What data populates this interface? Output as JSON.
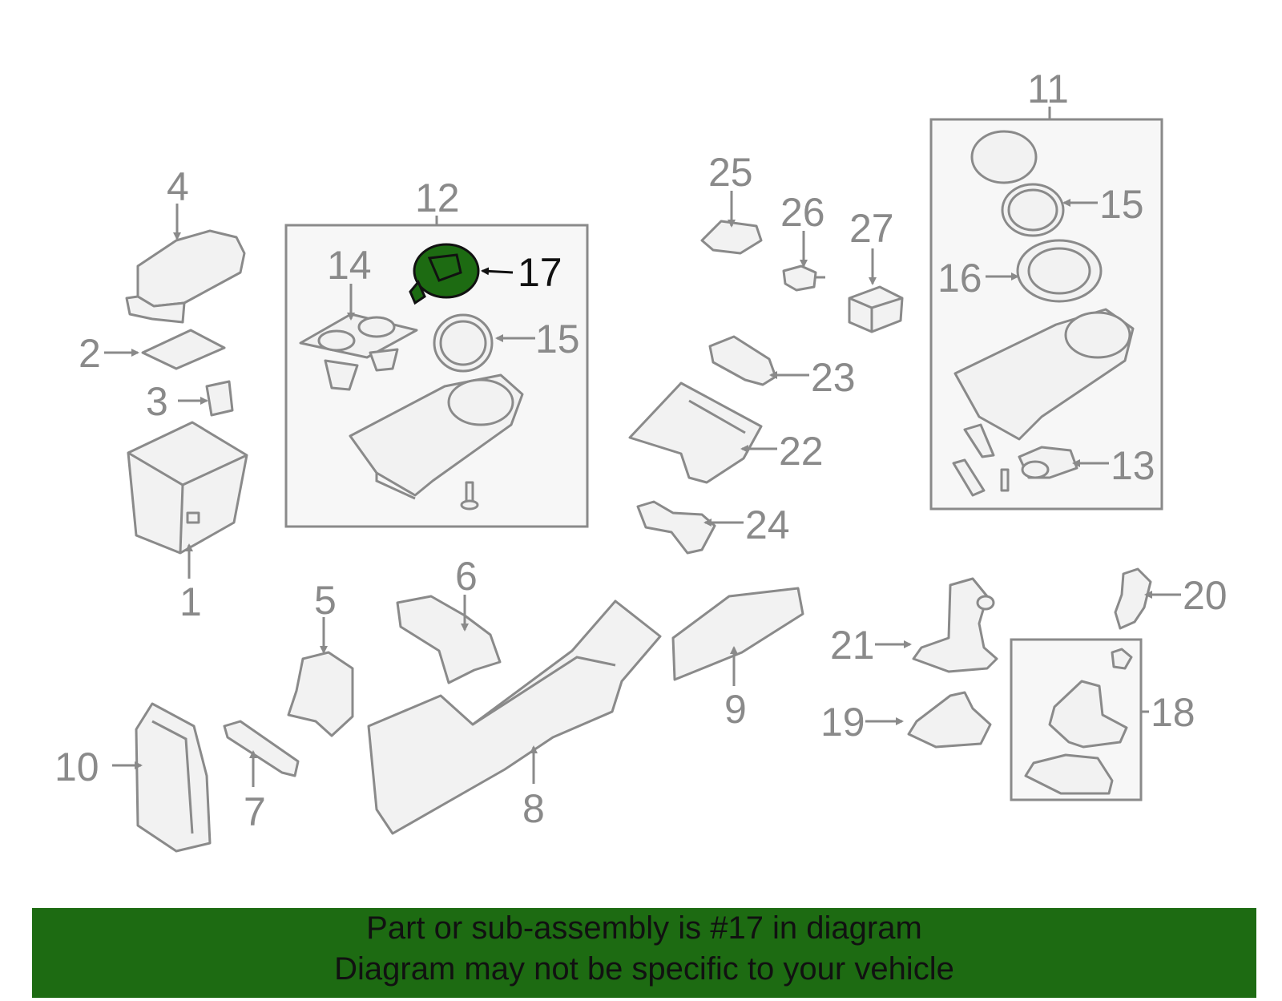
{
  "colors": {
    "accent": "#1d6b12",
    "line": "#8a8a8a",
    "selected_text": "#111111"
  },
  "callouts": {
    "c1": "1",
    "c2": "2",
    "c3": "3",
    "c4": "4",
    "c5": "5",
    "c6": "6",
    "c7": "7",
    "c8": "8",
    "c9": "9",
    "c10": "10",
    "c11": "11",
    "c12": "12",
    "c13": "13",
    "c14": "14",
    "c15a": "15",
    "c15b": "15",
    "c16": "16",
    "c17": "17",
    "c18": "18",
    "c19": "19",
    "c20": "20",
    "c21": "21",
    "c22": "22",
    "c23": "23",
    "c24": "24",
    "c25": "25",
    "c26": "26",
    "c27": "27"
  },
  "highlighted_part": "17",
  "banner": {
    "line1": "Part or sub-assembly is #17 in diagram",
    "line2": "Diagram may not be specific to your vehicle"
  }
}
